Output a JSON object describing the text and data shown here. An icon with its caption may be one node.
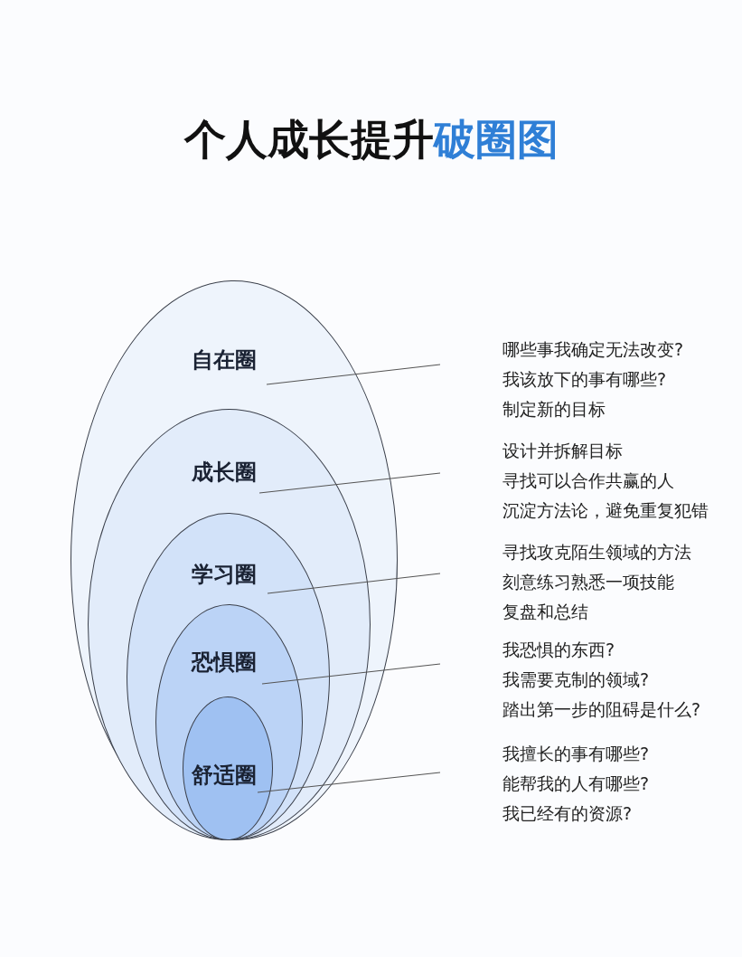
{
  "diagram": {
    "title": "个人成长提升**破圈图**",
    "nodes": [
      {
        "text": [
          "自在圈"
        ]
      },
      {
        "text": [
          "成长圈"
        ],
        "in": 0
      },
      {
        "text": [
          "学习圈"
        ],
        "in": 1
      },
      {
        "text": [
          "恐惧圈"
        ],
        "in": 2
      },
      {
        "text": [
          "舒适圈"
        ],
        "in": 3
      },
      {
        "text": [
          "哪些事我确定无法改变?",
          "我该放下的事有哪些?",
          "制定新的目标"
        ]
      },
      {
        "text": [
          "设计并拆解目标",
          "寻找可以合作共赢的人",
          "沉淀方法论，避免重复犯错"
        ]
      },
      {
        "text": [
          "寻找攻克陌生领域的方法",
          "刻意练习熟悉一项技能",
          "复盘和总结"
        ]
      },
      {
        "text": [
          "我恐惧的东西?",
          "我需要克制的领域?",
          "踏出第一步的阻碍是什么?"
        ]
      },
      {
        "text": [
          "我擅长的事有哪些?",
          "能帮我的人有哪些?",
          "我已经有的资源?"
        ]
      }
    ],
    "edges": [
      {
        "from": 5,
        "to": 0,
        "arrow": "none"
      },
      {
        "from": 6,
        "to": 1,
        "arrow": "none"
      },
      {
        "from": 7,
        "to": 2,
        "arrow": "none"
      },
      {
        "from": 8,
        "to": 3,
        "arrow": "none"
      },
      {
        "from": 9,
        "to": 4,
        "arrow": "none"
      }
    ]
  }
}
